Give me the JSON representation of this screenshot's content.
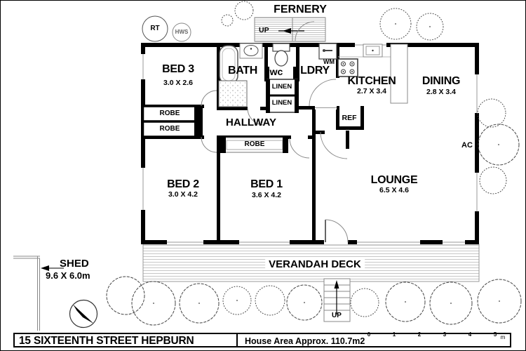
{
  "plan": {
    "fernery": {
      "label": "FERNERY",
      "up": "UP"
    },
    "tanks": {
      "rt": "RT",
      "hws": "HWS"
    },
    "rooms": [
      {
        "name": "BED 3",
        "dims": "3.0 X 2.6"
      },
      {
        "name": "BATH"
      },
      {
        "name": "wc"
      },
      {
        "name": "LDRY"
      },
      {
        "name": "KITCHEN",
        "dims": "2.7 X 3.4"
      },
      {
        "name": "DINING",
        "dims": "2.8 X 3.4"
      },
      {
        "name": "HALLWAY"
      },
      {
        "name": "BED 2",
        "dims": "3.0 X 4.2"
      },
      {
        "name": "BED 1",
        "dims": "3.6 X 4.2"
      },
      {
        "name": "LOUNGE",
        "dims": "6.5 X 4.6"
      }
    ],
    "storage": {
      "robe": "ROBE",
      "linen": "LINEN"
    },
    "appliances": {
      "wm": "WM",
      "ref": "REF",
      "ac": "AC"
    },
    "verandah": "VERANDAH DECK",
    "stairs_up": "UP",
    "shed": {
      "name": "SHED",
      "dims": "9.6 X 6.0m"
    }
  },
  "footer": {
    "address": "15 SIXTEENTH STREET HEPBURN",
    "area": "House Area Approx. 110.7m2",
    "scale_ticks": [
      "0",
      "1",
      "2",
      "3",
      "4",
      "5"
    ],
    "scale_unit": "m"
  }
}
